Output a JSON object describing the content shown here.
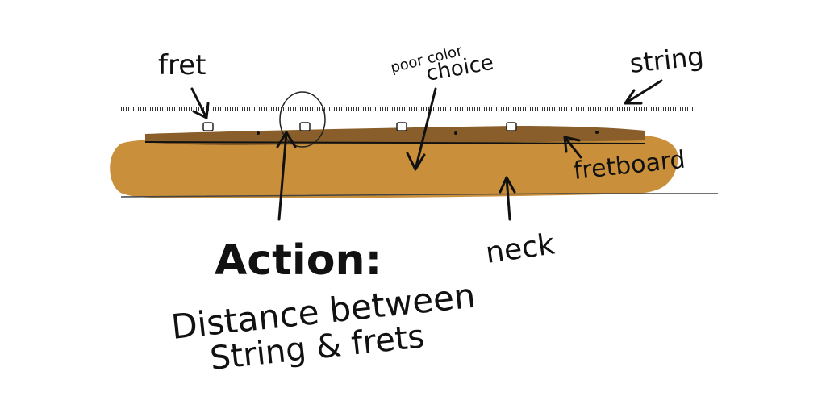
{
  "labels": {
    "fret": "fret",
    "poor_color_line1": "poor color",
    "poor_color_line2": "choice",
    "string": "string",
    "fretboard": "fretboard",
    "neck": "neck",
    "action_title": "Action:",
    "action_desc_line1": "Distance between",
    "action_desc_line2": "String & frets"
  },
  "colors": {
    "neck": "#c98f3b",
    "fretboard": "#8a5e2a",
    "ink": "#111111",
    "fret": "#ffffff"
  }
}
